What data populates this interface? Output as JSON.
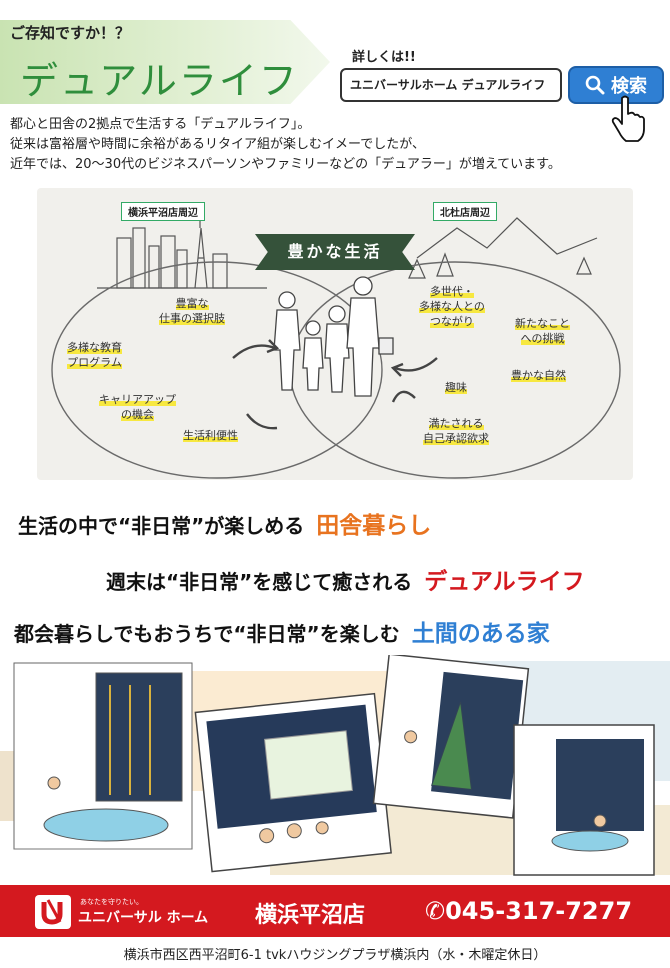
{
  "header": {
    "kicker": "ご存知ですか！？",
    "title": "デュアルライフ",
    "detail_label": "詳しくは!!",
    "search_query": "ユニバーサルホーム デュアルライフ",
    "search_button": "検索"
  },
  "intro": [
    "都心と田舎の2拠点で生活する「デュアルライフ」。",
    "従来は富裕層や時間に余裕があるリタイア組が楽しむイメーでしたが、",
    "近年では、20～30代のビジネスパーソンやファミリーなどの「デュアラー」が増えています。"
  ],
  "diagram": {
    "left_tag": "横浜平沼店周辺",
    "right_tag": "北杜店周辺",
    "banner": "豊かな生活",
    "left_keywords": [
      [
        "豊富な",
        "仕事の選択肢"
      ],
      [
        "多様な教育",
        "プログラム"
      ],
      [
        "キャリアアップ",
        "の機会"
      ],
      [
        "生活利便性"
      ]
    ],
    "right_keywords": [
      [
        "多世代・",
        "多様な人との",
        "つながり"
      ],
      [
        "新たなこと",
        "への挑戦"
      ],
      [
        "豊かな自然"
      ],
      [
        "趣味"
      ],
      [
        "満たされる",
        "自己承認欲求"
      ]
    ]
  },
  "taglines": [
    {
      "text": "生活の中で“非日常”が楽しめる",
      "accent": "田舎暮らし",
      "color": "#e8731f"
    },
    {
      "text": "週末は“非日常”を感じて癒される",
      "accent": "デュアルライフ",
      "color": "#d4191f"
    },
    {
      "text": "都会暮らしでもおうちで“非日常”を楽しむ",
      "accent": "土間のある家",
      "color": "#2f7fd3"
    }
  ],
  "footer": {
    "tagline": "あなたを守りたい。",
    "brand": "ユニバーサル ホーム",
    "store": "横浜平沼店",
    "phone": "✆045-317-7277",
    "address": "横浜市西区西平沼町6-1 tvkハウジングプラザ横浜内（水・木曜定休日）"
  },
  "colors": {
    "title_green": "#2f8e3c",
    "search_blue": "#2f7fd3",
    "footer_red": "#d4191f",
    "highlight_yellow": "#f7e840"
  },
  "icons": {
    "search": "magnifier-icon",
    "cursor": "pointing-hand-icon",
    "logo": "universal-home-logo"
  }
}
